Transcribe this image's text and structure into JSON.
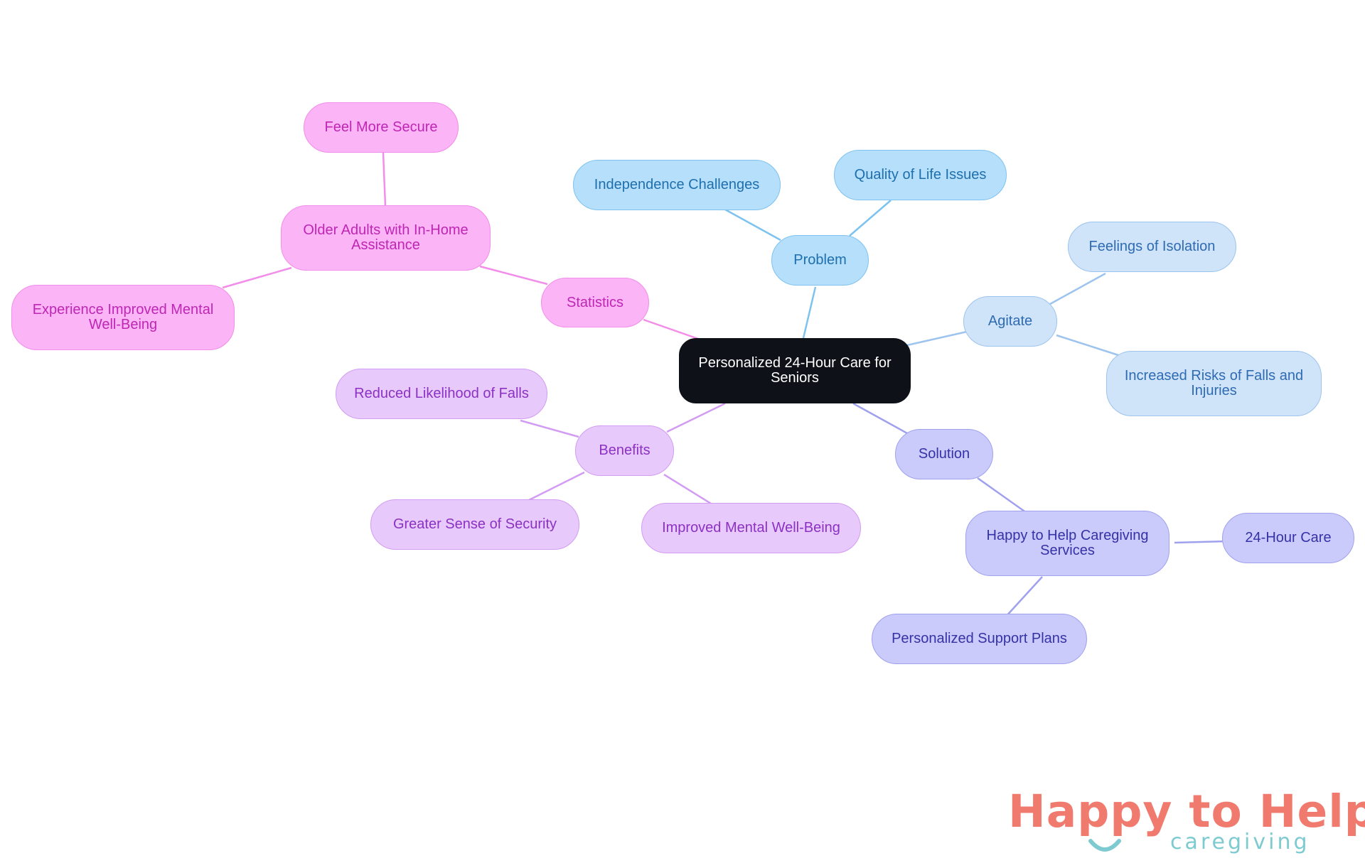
{
  "diagram": {
    "type": "mind-map",
    "root": "Personalized 24-Hour Care for Seniors",
    "branches": [
      {
        "label": "Statistics",
        "color": "#f28de9",
        "children": [
          {
            "label": "Older Adults with In-Home Assistance",
            "children": [
              "Feel More Secure",
              "Experience Improved Mental Well-Being"
            ]
          }
        ]
      },
      {
        "label": "Problem",
        "color": "#7ec3f0",
        "children": [
          "Independence Challenges",
          "Quality of Life Issues"
        ]
      },
      {
        "label": "Agitate",
        "color": "#9dc4ee",
        "children": [
          "Feelings of Isolation",
          "Increased Risks of Falls and Injuries"
        ]
      },
      {
        "label": "Benefits",
        "color": "#d29cf3",
        "children": [
          "Reduced Likelihood of Falls",
          "Greater Sense of Security",
          "Improved Mental Well-Being"
        ]
      },
      {
        "label": "Solution",
        "color": "#9fa1ef",
        "children": [
          {
            "label": "Happy to Help Caregiving Services",
            "children": [
              "24-Hour Care",
              "Personalized Support Plans"
            ]
          }
        ]
      }
    ]
  },
  "logo": {
    "title": "Happy to Help",
    "subtitle": "caregiving",
    "title_color": "#f07a6d",
    "accent_color": "#7dcbd0"
  }
}
